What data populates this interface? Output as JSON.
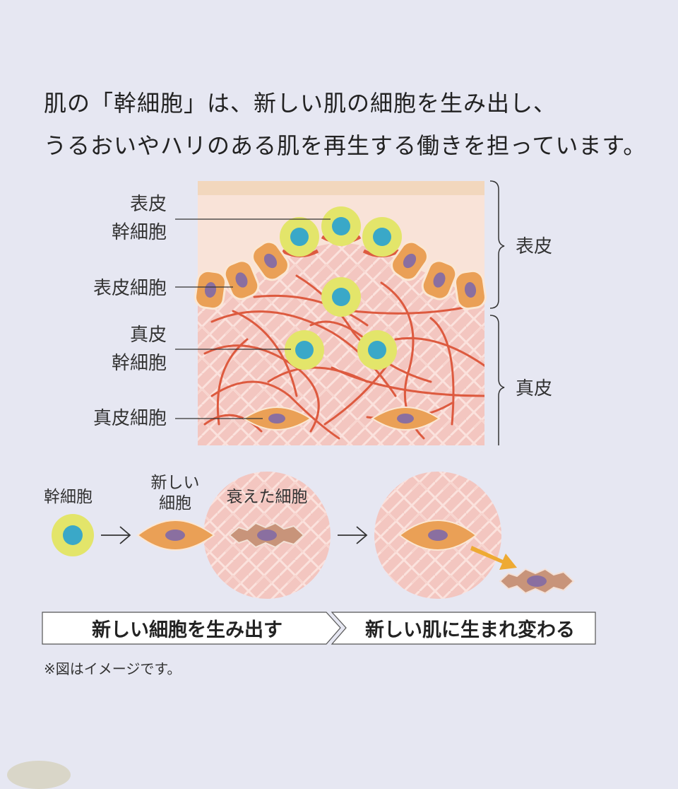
{
  "intro": {
    "line1": "肌の「幹細胞」は、新しい肌の細胞を生み出し、",
    "line2": "うるおいやハリのある肌を再生する働きを担っています。"
  },
  "diagram": {
    "labels": {
      "epidermal_stem": [
        "表皮",
        "幹細胞"
      ],
      "epidermal_cell": "表皮細胞",
      "dermal_stem": [
        "真皮",
        "幹細胞"
      ],
      "dermal_cell": "真皮細胞"
    },
    "layers": {
      "epidermis": "表皮",
      "dermis": "真皮"
    }
  },
  "flow": {
    "stem_cell": "幹細胞",
    "new_cell": [
      "新しい",
      "細胞"
    ],
    "old_cell": "衰えた細胞",
    "step1": "新しい細胞を生み出す",
    "step2": "新しい肌に生まれ変わる"
  },
  "note": "※図はイメージです。",
  "colors": {
    "background": "#e6e7f2",
    "epidermis": "#f8e2d7",
    "dermis": "#f3c9c2",
    "fiber": "#dd5a3f",
    "stem_outer": "#e3e56a",
    "stem_inner": "#3aa8c8",
    "cell_orange": "#eaa056",
    "nucleus": "#8a6fa0",
    "arrow": "#eeaa33"
  }
}
